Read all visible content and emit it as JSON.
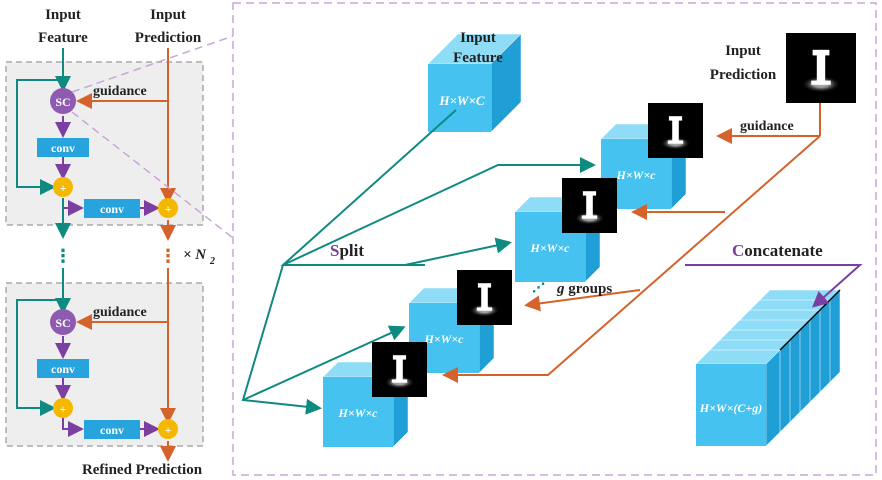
{
  "left_panel": {
    "input_feature": [
      "Input",
      "Feature"
    ],
    "input_prediction": [
      "Input",
      "Prediction"
    ],
    "sc_label": "SC",
    "guidance_label": "guidance",
    "conv_label": "conv",
    "plus_symbol": "+",
    "repeat_label": "× N",
    "repeat_subscript": "2",
    "ellipsis": "⋮",
    "refined_prediction": "Refined Prediction"
  },
  "right_panel": {
    "input_feature": [
      "Input",
      "Feature"
    ],
    "input_feature_dims": "H×W×C",
    "input_prediction": [
      "Input",
      "Prediction"
    ],
    "guidance_label": "guidance",
    "split_initial": "S",
    "split_rest": "plit",
    "concatenate_initial": "C",
    "concatenate_rest": "oncatenate",
    "group_dims": "H×W×c",
    "groups_letter": "g",
    "groups_rest": " groups",
    "concat_dims": "H×W×(C+g)"
  },
  "colors": {
    "teal": "#0f8a80",
    "orange": "#d4622a",
    "purple": "#7a3fa0",
    "cube_front": "#45c2f0",
    "cube_top": "#8fdcf7",
    "cube_side": "#1f9fd6",
    "sc_circle": "#8e5bb0",
    "plus_circle": "#f5b800",
    "conv_box": "#27a3dd",
    "panel_border": "#c9a6d6",
    "left_box_bg": "#eeeeee"
  }
}
